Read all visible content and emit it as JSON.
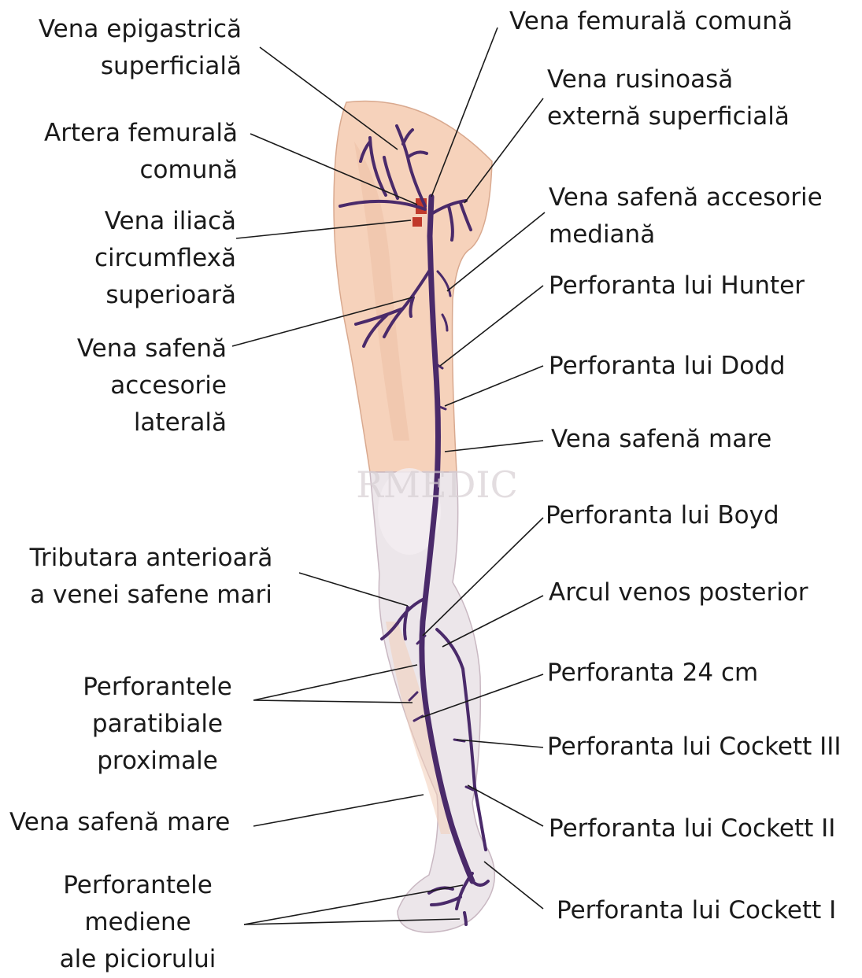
{
  "watermark": "RMEDIC",
  "colors": {
    "skin_thigh": "#f6d2bb",
    "skin_leg": "#ece6ea",
    "vein": "#4a2a6a",
    "artery": "#c0392b",
    "leader": "#1a1a1a",
    "text": "#1a1a1a"
  },
  "labels": {
    "vena_epigastrica": {
      "lines": [
        "Vena epigastrică",
        "superficială"
      ]
    },
    "artera_femurala": {
      "lines": [
        "Artera femurală",
        "comună"
      ]
    },
    "vena_iliaca": {
      "lines": [
        "Vena iliacă",
        "circumflexă",
        "superioară"
      ]
    },
    "vena_safena_acc_lat": {
      "lines": [
        "Vena safenă",
        "accesorie",
        "laterală"
      ]
    },
    "tributara": {
      "lines": [
        "Tributara anterioară",
        "a venei safene mari"
      ]
    },
    "perforantele_paratibiale": {
      "lines": [
        "Perforantele",
        "paratibiale",
        "proximale"
      ]
    },
    "vena_safena_mare_left": {
      "lines": [
        "Vena safenă mare"
      ]
    },
    "perforantele_mediene": {
      "lines": [
        "Perforantele",
        "mediene",
        "ale piciorului"
      ]
    },
    "vena_femurala": {
      "lines": [
        "Vena femurală comună"
      ]
    },
    "vena_rusinoasa": {
      "lines": [
        "Vena rusinoasă",
        "externă superficială"
      ]
    },
    "vena_safena_acc_med": {
      "lines": [
        "Vena safenă accesorie",
        "mediană"
      ]
    },
    "perf_hunter": {
      "lines": [
        "Perforanta lui Hunter"
      ]
    },
    "perf_dodd": {
      "lines": [
        "Perforanta lui Dodd"
      ]
    },
    "vena_safena_mare_right": {
      "lines": [
        "Vena safenă mare"
      ]
    },
    "perf_boyd": {
      "lines": [
        "Perforanta lui Boyd"
      ]
    },
    "arcul_venos": {
      "lines": [
        "Arcul venos posterior"
      ]
    },
    "perf_24": {
      "lines": [
        "Perforanta 24 cm"
      ]
    },
    "perf_cockett3": {
      "lines": [
        "Perforanta lui Cockett  III"
      ]
    },
    "perf_cockett2": {
      "lines": [
        "Perforanta lui Cockett  II"
      ]
    },
    "perf_cockett1": {
      "lines": [
        "Perforanta lui Cockett  I"
      ]
    }
  }
}
